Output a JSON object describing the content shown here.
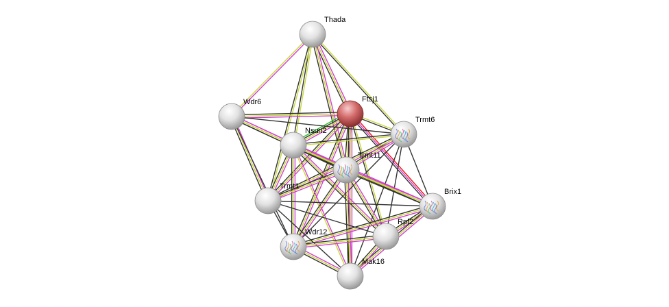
{
  "network": {
    "nodes": [
      {
        "id": "Thada",
        "label": "Thada",
        "query": false,
        "structure": false
      },
      {
        "id": "Ftsj1",
        "label": "Ftsj1",
        "query": true,
        "structure": false
      },
      {
        "id": "Wdr6",
        "label": "Wdr6",
        "query": false,
        "structure": false
      },
      {
        "id": "Trmt6",
        "label": "Trmt6",
        "query": false,
        "structure": true
      },
      {
        "id": "Nsun2",
        "label": "Nsun2",
        "query": false,
        "structure": false
      },
      {
        "id": "Trmt11",
        "label": "Trmt11",
        "query": false,
        "structure": true
      },
      {
        "id": "Brix1",
        "label": "Brix1",
        "query": false,
        "structure": true
      },
      {
        "id": "Trmt1",
        "label": "Trmt1",
        "query": false,
        "structure": false
      },
      {
        "id": "Rpf2",
        "label": "Rpf2",
        "query": false,
        "structure": false
      },
      {
        "id": "Wdr12",
        "label": "Wdr12",
        "query": false,
        "structure": true
      },
      {
        "id": "Mak16",
        "label": "Mak16",
        "query": false,
        "structure": false
      }
    ],
    "edge_colors": {
      "experiments": "#d03fd0",
      "textmining": "#c8d83a",
      "coexpression": "#333333",
      "fusion": "#ee1111",
      "neighborhood": "#22bb22",
      "database": "#22aadd"
    },
    "node_colors": {
      "query": "#cc5555",
      "other": "#dddddd"
    },
    "edges": [
      [
        "Thada",
        "Ftsj1",
        [
          "experiments",
          "textmining",
          "coexpression"
        ]
      ],
      [
        "Thada",
        "Wdr6",
        [
          "experiments",
          "textmining"
        ]
      ],
      [
        "Thada",
        "Trmt6",
        [
          "textmining",
          "coexpression"
        ]
      ],
      [
        "Thada",
        "Nsun2",
        [
          "textmining",
          "coexpression"
        ]
      ],
      [
        "Thada",
        "Trmt11",
        [
          "experiments",
          "textmining",
          "coexpression"
        ]
      ],
      [
        "Thada",
        "Trmt1",
        [
          "textmining",
          "coexpression"
        ]
      ],
      [
        "Ftsj1",
        "Wdr6",
        [
          "experiments",
          "textmining",
          "coexpression"
        ]
      ],
      [
        "Ftsj1",
        "Trmt6",
        [
          "textmining",
          "coexpression"
        ]
      ],
      [
        "Ftsj1",
        "Nsun2",
        [
          "experiments",
          "textmining",
          "coexpression",
          "neighborhood"
        ]
      ],
      [
        "Ftsj1",
        "Trmt11",
        [
          "experiments",
          "textmining",
          "coexpression"
        ]
      ],
      [
        "Ftsj1",
        "Brix1",
        [
          "fusion",
          "experiments",
          "coexpression"
        ]
      ],
      [
        "Ftsj1",
        "Trmt1",
        [
          "experiments",
          "textmining",
          "coexpression"
        ]
      ],
      [
        "Ftsj1",
        "Rpf2",
        [
          "textmining",
          "coexpression"
        ]
      ],
      [
        "Ftsj1",
        "Wdr12",
        [
          "experiments",
          "textmining",
          "coexpression"
        ]
      ],
      [
        "Ftsj1",
        "Mak16",
        [
          "experiments",
          "textmining",
          "coexpression"
        ]
      ],
      [
        "Wdr6",
        "Trmt6",
        [
          "coexpression"
        ]
      ],
      [
        "Wdr6",
        "Nsun2",
        [
          "experiments",
          "textmining",
          "coexpression"
        ]
      ],
      [
        "Wdr6",
        "Trmt11",
        [
          "experiments",
          "textmining",
          "coexpression"
        ]
      ],
      [
        "Wdr6",
        "Trmt1",
        [
          "experiments",
          "textmining",
          "coexpression"
        ]
      ],
      [
        "Wdr6",
        "Wdr12",
        [
          "coexpression"
        ]
      ],
      [
        "Trmt6",
        "Nsun2",
        [
          "textmining",
          "coexpression"
        ]
      ],
      [
        "Trmt6",
        "Trmt11",
        [
          "experiments",
          "textmining",
          "coexpression"
        ]
      ],
      [
        "Trmt6",
        "Brix1",
        [
          "coexpression"
        ]
      ],
      [
        "Trmt6",
        "Trmt1",
        [
          "experiments",
          "textmining",
          "coexpression"
        ]
      ],
      [
        "Trmt6",
        "Rpf2",
        [
          "coexpression"
        ]
      ],
      [
        "Trmt6",
        "Wdr12",
        [
          "coexpression"
        ]
      ],
      [
        "Trmt6",
        "Mak16",
        [
          "coexpression"
        ]
      ],
      [
        "Nsun2",
        "Trmt11",
        [
          "experiments",
          "textmining",
          "coexpression"
        ]
      ],
      [
        "Nsun2",
        "Brix1",
        [
          "experiments",
          "textmining",
          "coexpression"
        ]
      ],
      [
        "Nsun2",
        "Trmt1",
        [
          "experiments",
          "textmining",
          "coexpression"
        ]
      ],
      [
        "Nsun2",
        "Rpf2",
        [
          "experiments",
          "textmining",
          "coexpression"
        ]
      ],
      [
        "Nsun2",
        "Wdr12",
        [
          "experiments",
          "textmining",
          "coexpression"
        ]
      ],
      [
        "Nsun2",
        "Mak16",
        [
          "experiments",
          "textmining"
        ]
      ],
      [
        "Trmt11",
        "Brix1",
        [
          "experiments",
          "textmining",
          "coexpression"
        ]
      ],
      [
        "Trmt11",
        "Trmt1",
        [
          "experiments",
          "textmining",
          "coexpression"
        ]
      ],
      [
        "Trmt11",
        "Rpf2",
        [
          "experiments",
          "textmining",
          "coexpression"
        ]
      ],
      [
        "Trmt11",
        "Wdr12",
        [
          "experiments",
          "textmining",
          "coexpression"
        ]
      ],
      [
        "Trmt11",
        "Mak16",
        [
          "experiments",
          "textmining",
          "coexpression"
        ]
      ],
      [
        "Brix1",
        "Trmt1",
        [
          "coexpression"
        ]
      ],
      [
        "Brix1",
        "Rpf2",
        [
          "experiments",
          "textmining",
          "coexpression"
        ]
      ],
      [
        "Brix1",
        "Wdr12",
        [
          "experiments",
          "textmining",
          "coexpression"
        ]
      ],
      [
        "Brix1",
        "Mak16",
        [
          "experiments",
          "textmining",
          "coexpression"
        ]
      ],
      [
        "Trmt1",
        "Rpf2",
        [
          "coexpression"
        ]
      ],
      [
        "Trmt1",
        "Wdr12",
        [
          "coexpression"
        ]
      ],
      [
        "Trmt1",
        "Mak16",
        [
          "coexpression"
        ]
      ],
      [
        "Rpf2",
        "Wdr12",
        [
          "experiments",
          "textmining",
          "coexpression"
        ]
      ],
      [
        "Rpf2",
        "Mak16",
        [
          "experiments",
          "textmining",
          "coexpression"
        ]
      ],
      [
        "Wdr12",
        "Mak16",
        [
          "experiments",
          "textmining",
          "coexpression"
        ]
      ]
    ]
  }
}
